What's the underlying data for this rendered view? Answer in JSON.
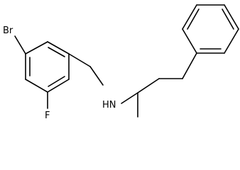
{
  "atoms": {
    "bromine": "Br",
    "fluorine": "F",
    "amine": "HN"
  },
  "colors": {
    "bond": "#000000",
    "background": "#ffffff"
  }
}
